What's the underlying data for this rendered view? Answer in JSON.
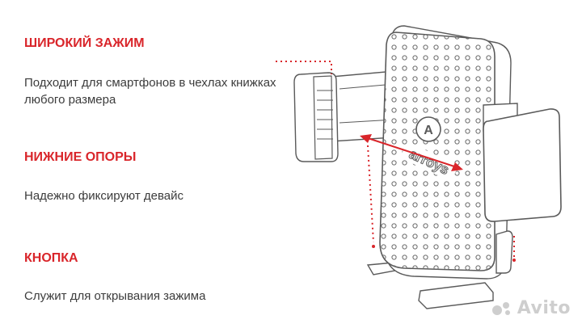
{
  "features": [
    {
      "title": "ШИРОКИЙ ЗАЖИМ",
      "description": "Подходит для смартфонов в чехлах книжках любого размера"
    },
    {
      "title": "НИЖНИЕ ОПОРЫ",
      "description": "Надежно фиксируют девайс"
    },
    {
      "title": "КНОПКА",
      "description": "Служит для открывания зажима"
    }
  ],
  "product": {
    "brand_logo_text": "arroys",
    "logo_letter": "A",
    "icon": "car-phone-holder-icon"
  },
  "colors": {
    "accent": "#d9252a",
    "text": "#3c3c3c",
    "outline": "#5a5a5a"
  },
  "watermark": "Avito"
}
